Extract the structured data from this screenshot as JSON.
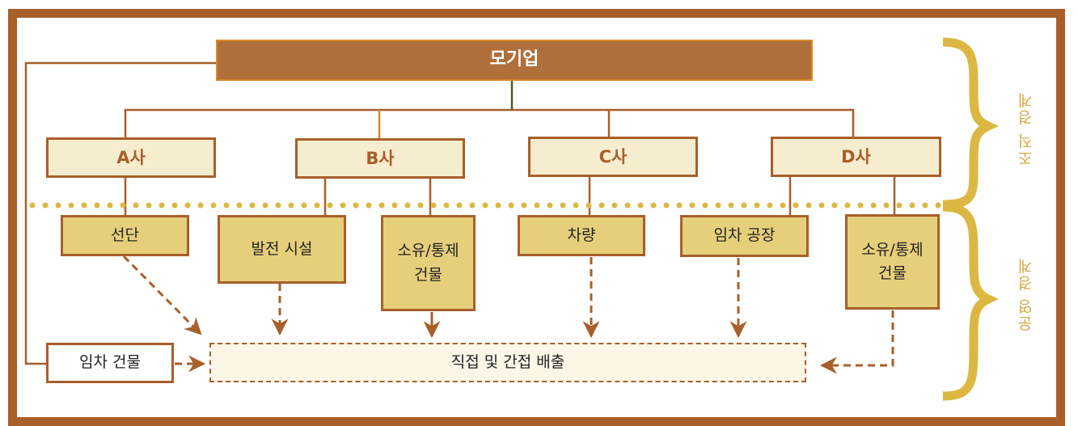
{
  "diagram": {
    "parent": {
      "label": "모기업"
    },
    "companies": [
      {
        "label": "A사"
      },
      {
        "label": "B사"
      },
      {
        "label": "C사"
      },
      {
        "label": "D사"
      }
    ],
    "assets": [
      {
        "label": "선단",
        "owner": "A사"
      },
      {
        "label": "발전 시설",
        "owner": "B사"
      },
      {
        "line1": "소유/통제",
        "line2": "건물",
        "owner": "B사"
      },
      {
        "label": "차량",
        "owner": "C사"
      },
      {
        "label": "임차 공장",
        "owner": "D사"
      },
      {
        "line1": "소유/통제",
        "line2": "건물",
        "owner": "D사"
      }
    ],
    "leased_building": {
      "label": "임차 건물"
    },
    "emissions": {
      "label": "직접 및 간접 배출"
    },
    "boundaries": {
      "organizational": "조직 경계",
      "operational": "운영 경계"
    },
    "colors": {
      "frame": "#a85f2a",
      "parent_fill": "#b06f3b",
      "company_fill": "#f6ecce",
      "asset_fill": "#e6cf7b",
      "brace": "#dcb843",
      "boundary_text": "#d9a945"
    }
  }
}
